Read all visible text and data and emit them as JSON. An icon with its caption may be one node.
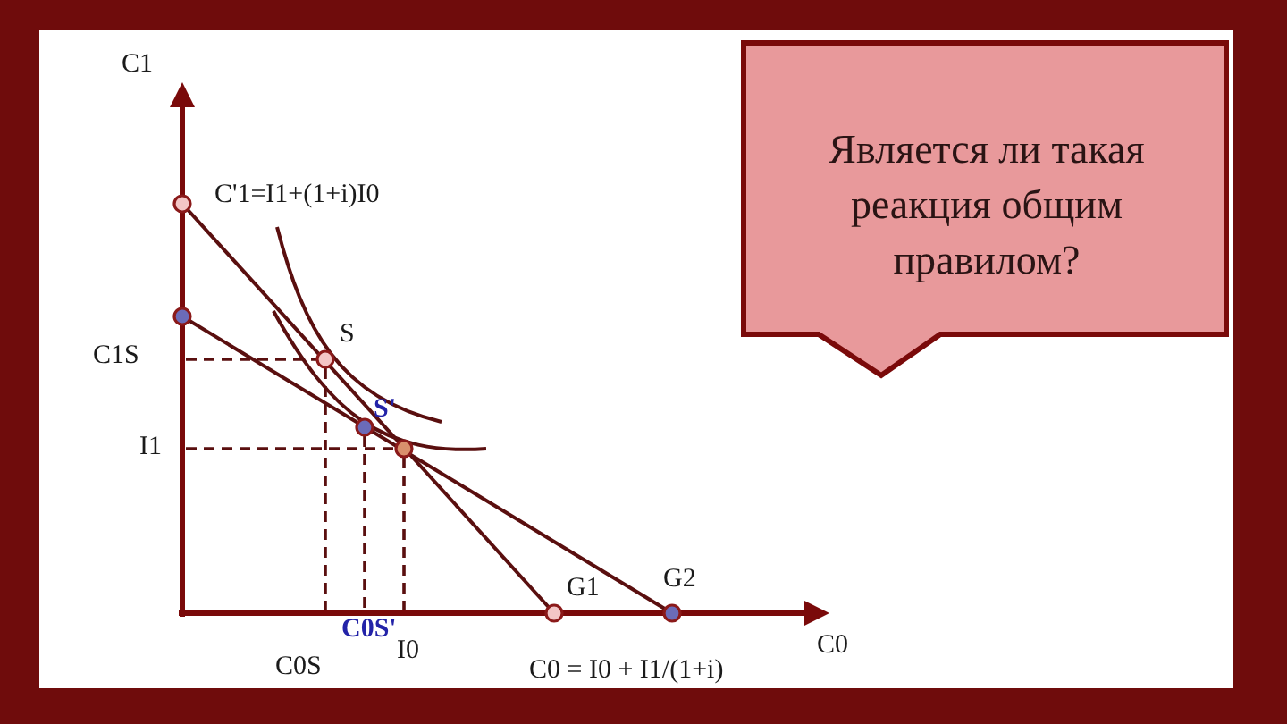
{
  "diagram": {
    "nodes": [
      {
        "text": [
          "Является ли такая реакция общим правилом?"
        ]
      }
    ],
    "labels": [
      "C1",
      "C'1=I1+(1+i)I0",
      "S",
      "C1S",
      "S'",
      "I1",
      "G1",
      "G2",
      "C0S'",
      "I0",
      "C0",
      "C0S",
      "C0 = I0 + I1/(1+i)"
    ]
  }
}
